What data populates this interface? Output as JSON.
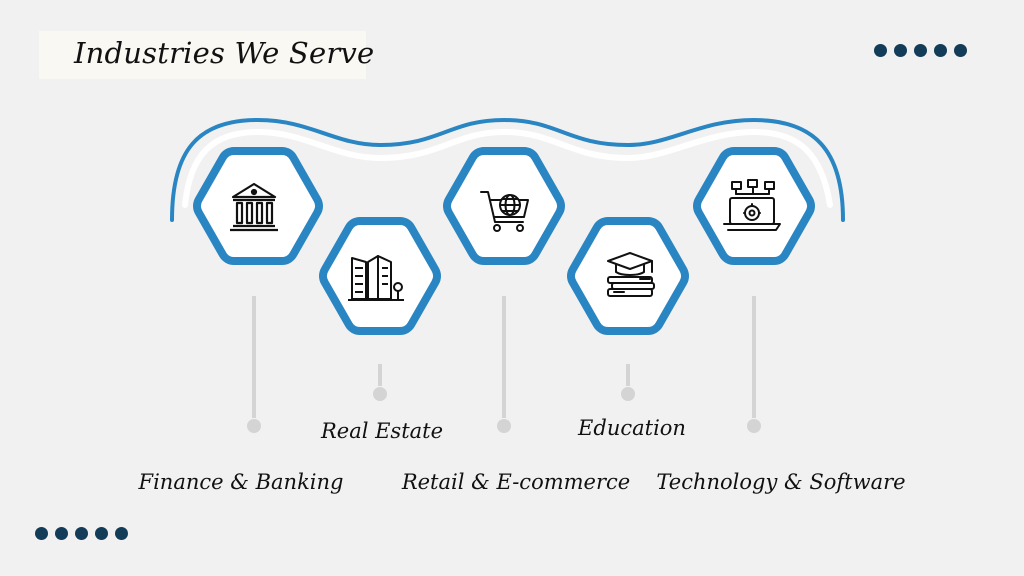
{
  "title": "Industries We Serve",
  "colors": {
    "primary": "#2a86c3",
    "dot": "#123c57",
    "connector": "#d4d4d4"
  },
  "industries": [
    {
      "label": "Finance & Banking",
      "icon": "bank-icon"
    },
    {
      "label": "Real Estate",
      "icon": "buildings-icon"
    },
    {
      "label": "Retail & E-commerce",
      "icon": "shopping-cart-globe-icon"
    },
    {
      "label": "Education",
      "icon": "graduation-books-icon"
    },
    {
      "label": "Technology & Software",
      "icon": "laptop-network-gear-icon"
    }
  ]
}
